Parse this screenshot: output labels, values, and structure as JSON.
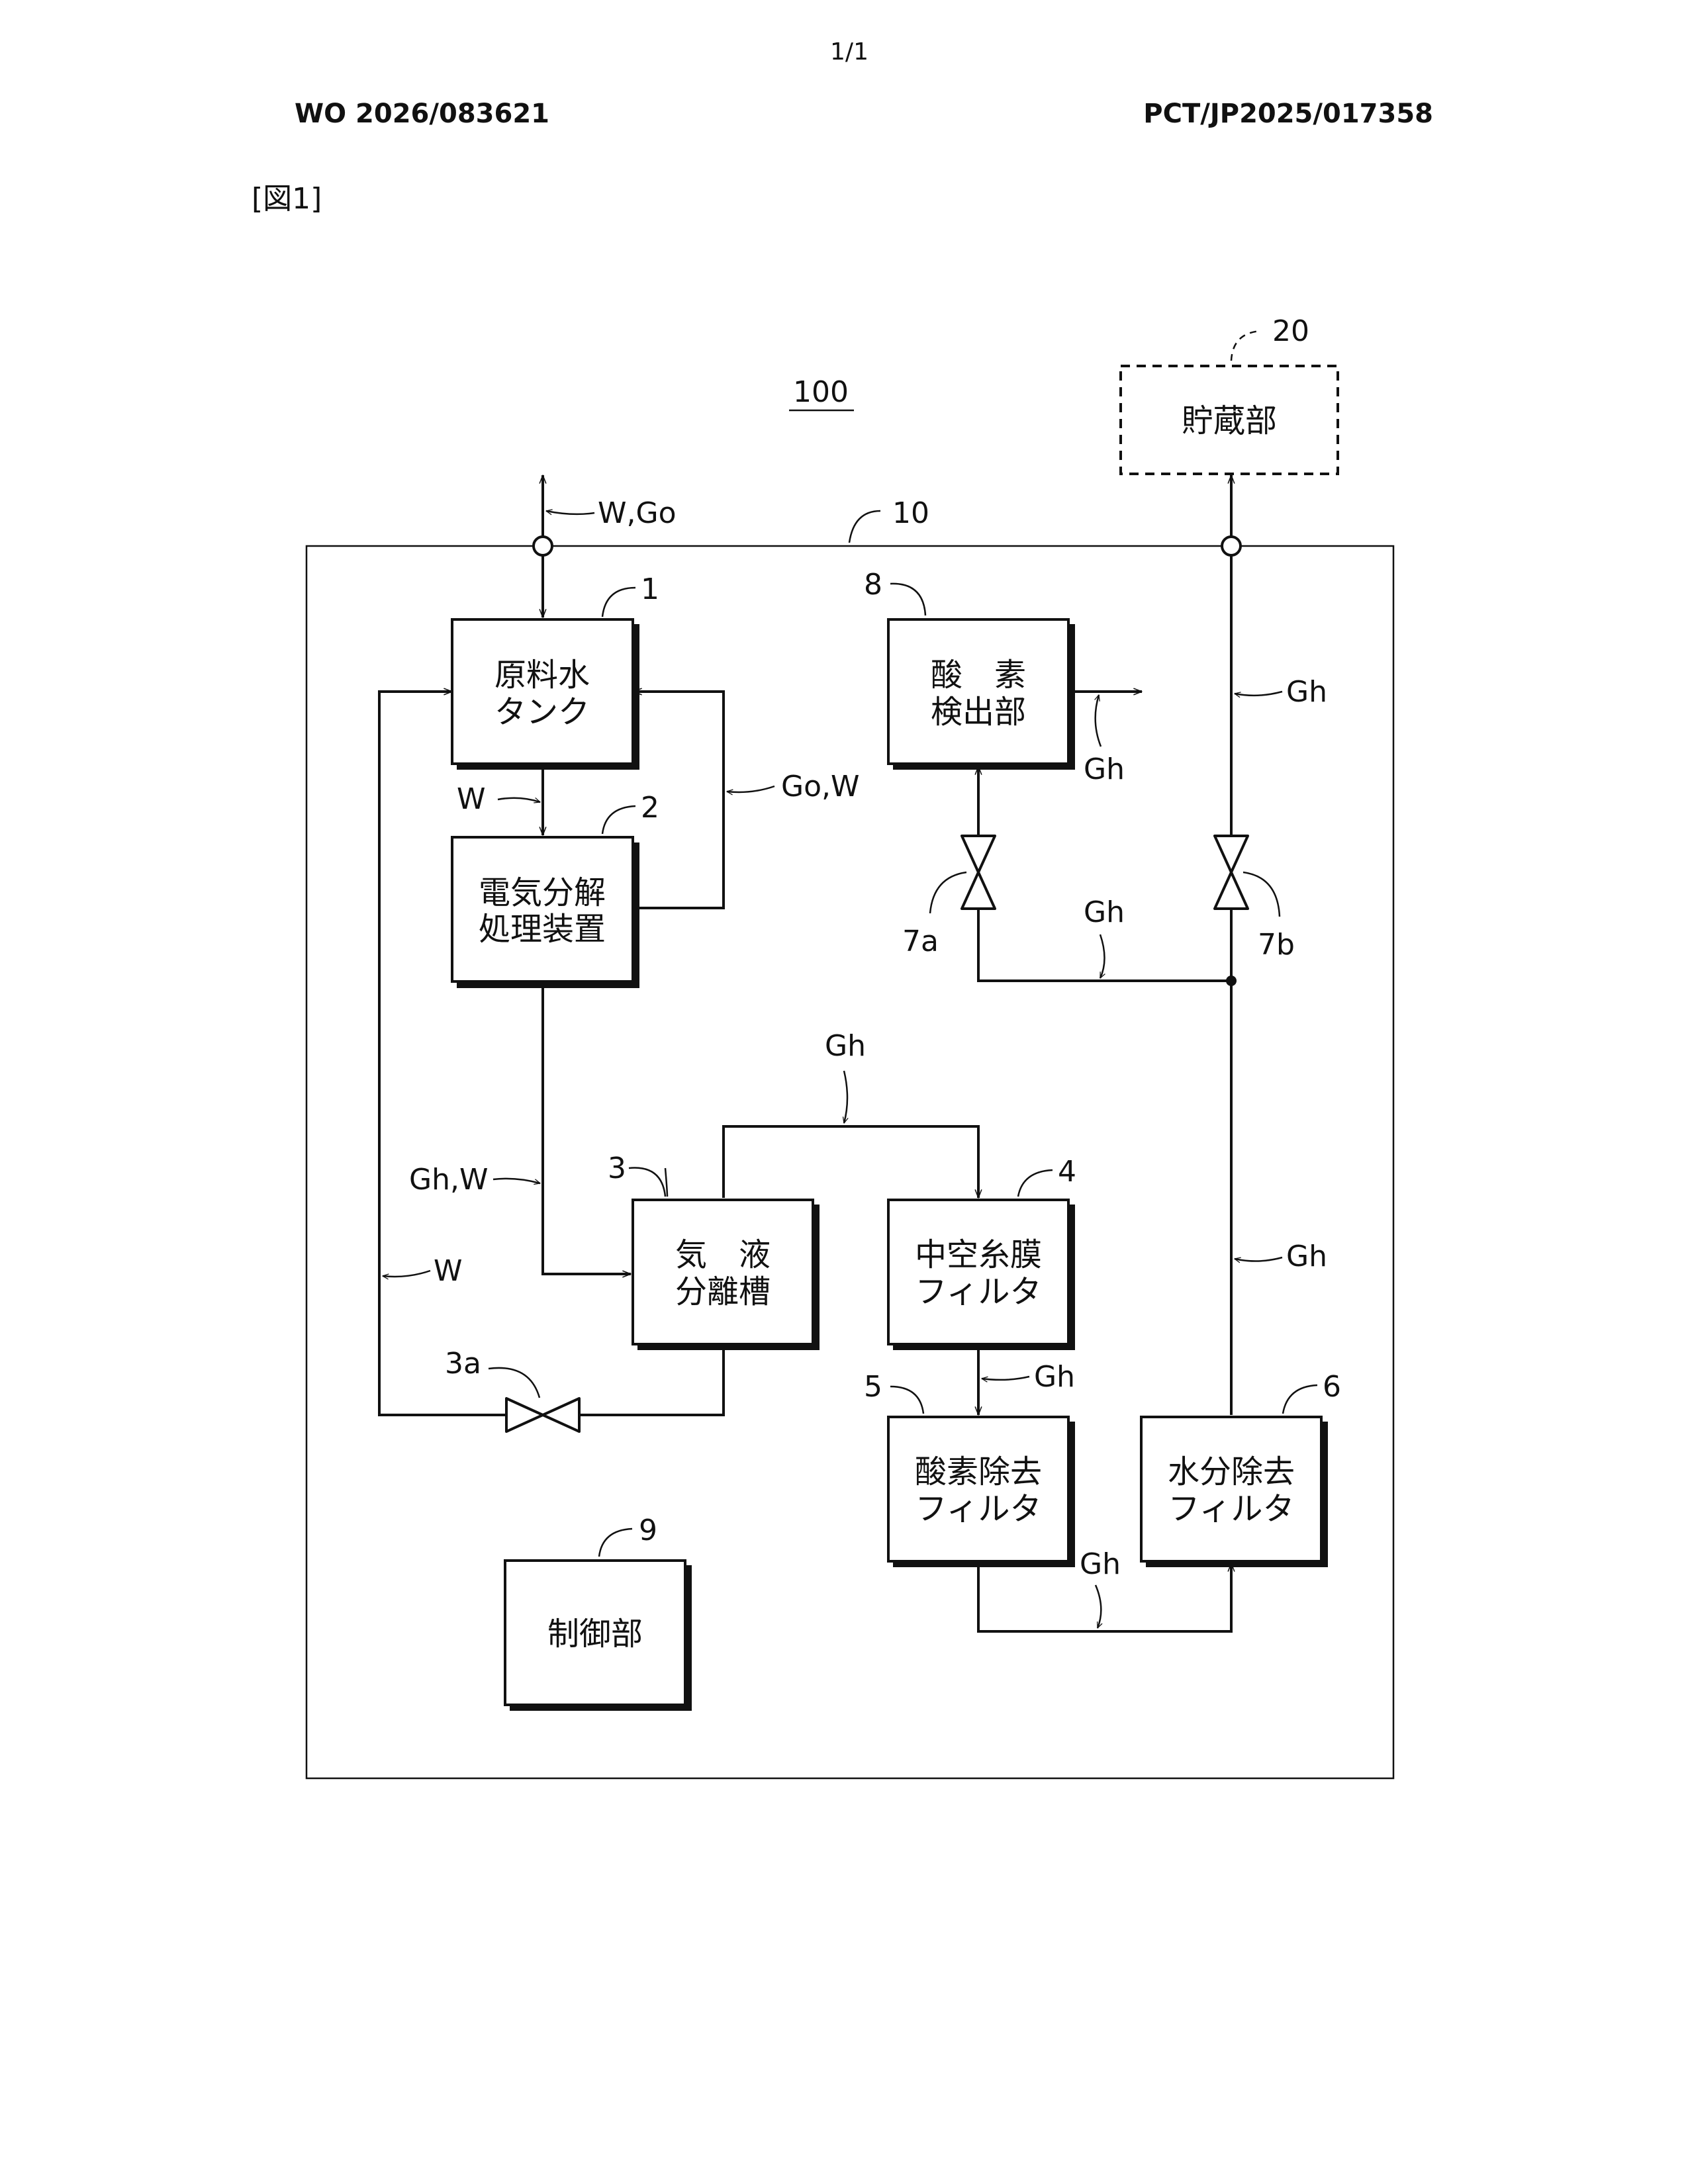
{
  "page_header": {
    "page_number": "1/1",
    "publication_number": "WO 2026/083621",
    "application_number": "PCT/JP2025/017358",
    "figure_label": "[図1]"
  },
  "diagram": {
    "system_ref": "100",
    "enclosure_ref": "10",
    "storage_ref": "20",
    "components": {
      "raw_water_tank": {
        "ref": "1",
        "line1": "原料水",
        "line2": "タンク"
      },
      "electrolysis_device": {
        "ref": "2",
        "line1": "電気分解",
        "line2": "処理装置"
      },
      "gas_liquid_separator": {
        "ref": "3",
        "line1": "気　液",
        "line2": "分離槽"
      },
      "hollow_fiber_filter": {
        "ref": "4",
        "line1": "中空糸膜",
        "line2": "フィルタ"
      },
      "oxygen_removal_filter": {
        "ref": "5",
        "line1": "酸素除去",
        "line2": "フィルタ"
      },
      "moisture_removal_filter": {
        "ref": "6",
        "line1": "水分除去",
        "line2": "フィルタ"
      },
      "oxygen_detector": {
        "ref": "8",
        "line1": "酸　素",
        "line2": "検出部"
      },
      "control_unit": {
        "ref": "9",
        "label": "制御部"
      },
      "storage_unit": {
        "label": "貯蔵部"
      }
    },
    "valves": {
      "valve_3a": "3a",
      "valve_7a": "7a",
      "valve_7b": "7b"
    },
    "flow_labels": {
      "inlet": "W,Go",
      "tank_to_electrolysis": "W",
      "electrolysis_return": "Go,W",
      "electrolysis_to_separator": "Gh,W",
      "separator_return": "W",
      "separator_to_filter4": "Gh",
      "filter4_to_filter5": "Gh",
      "filter5_to_filter6": "Gh",
      "filter6_upward": "Gh",
      "junction_to_7a": "Gh",
      "detector_exhaust": "Gh",
      "to_storage": "Gh"
    }
  }
}
